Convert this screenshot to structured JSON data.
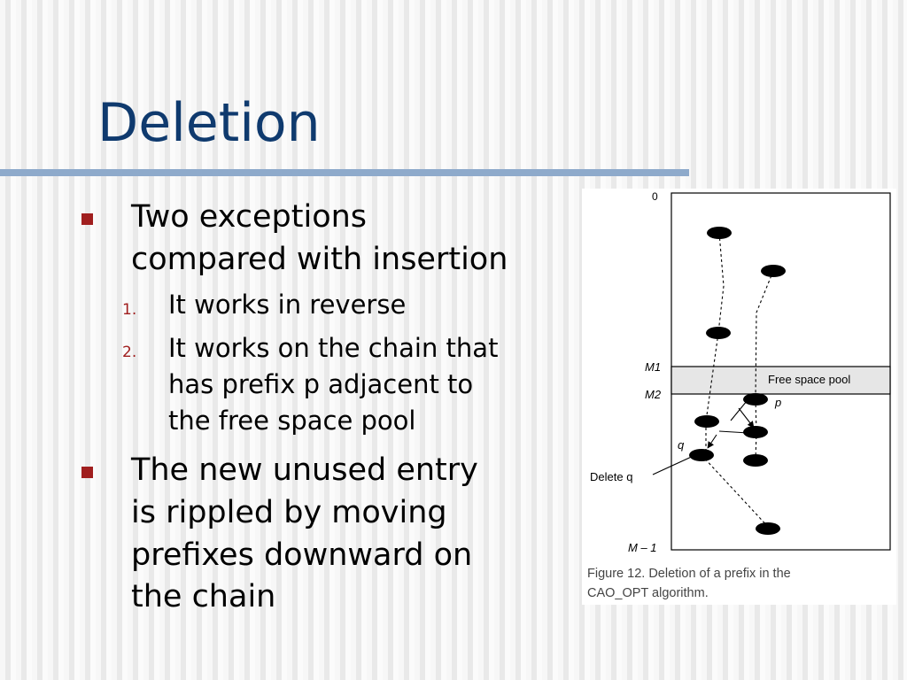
{
  "slide": {
    "title": "Deletion",
    "bullets": [
      {
        "lines": [
          "Two exceptions",
          "compared with insertion"
        ]
      },
      {
        "lines": [
          "The new unused entry",
          "is rippled by moving",
          "prefixes downward on",
          "the chain"
        ]
      }
    ],
    "subitems": [
      {
        "number": "1.",
        "lines": [
          "It works in reverse"
        ]
      },
      {
        "number": "2.",
        "lines": [
          "It works on the chain that",
          "has prefix p adjacent to",
          "the free space pool"
        ]
      }
    ]
  },
  "figure": {
    "labels": {
      "top": "0",
      "m1": "M1",
      "m2": "M2",
      "bottom": "M – 1",
      "pool": "Free space pool",
      "p": "p",
      "q": "q",
      "delete": "Delete q"
    },
    "caption_lines": [
      "Figure 12. Deletion of a prefix in the",
      "CAO_OPT algorithm."
    ]
  }
}
